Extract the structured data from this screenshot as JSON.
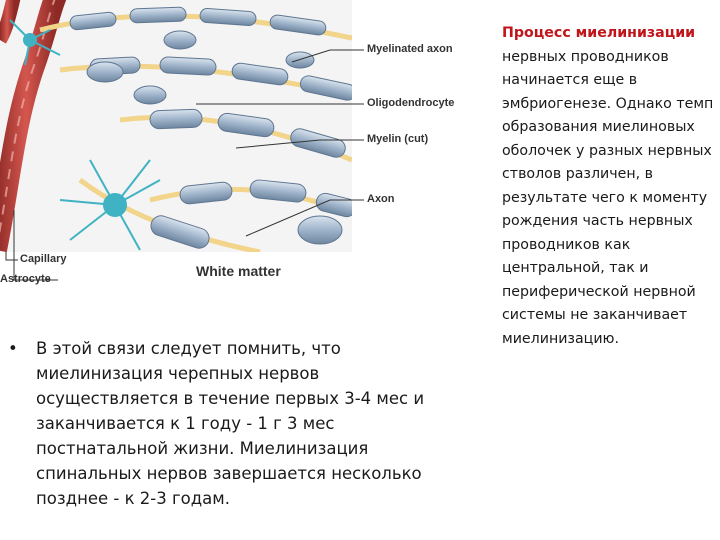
{
  "figure": {
    "labels": {
      "myelinated_axon": "Myelinated axon",
      "oligodendrocyte": "Oligodendrocyte",
      "myelin_cut": "Myelin (cut)",
      "axon": "Axon",
      "capillary": "Capillary",
      "astrocyte": "Astrocyte",
      "white_matter": "White matter"
    },
    "colors": {
      "myelin": "#8fa6bf",
      "axon": "#f2d48a",
      "capillary": "#c0413b",
      "astrocyte": "#3fb3c4",
      "label_line": "#333333"
    }
  },
  "bullet": {
    "marker": "•",
    "text": "В этой связи следует помнить, что миелинизация черепных нервов осуществляется в течение первых 3-4 мес и заканчивается к 1 году - 1 г 3 мес постнатальной жизни. Миелинизация спинальных нервов завершается несколько позднее - к 2-3 годам."
  },
  "right_text": {
    "highlight": "Процесс миелинизации",
    "body": " нервных проводников начинается еще в эмбриогенезе. Однако темп образования миелиновых оболочек у разных нервных стволов различен, в результате чего к моменту рождения часть нервных проводников как центральной, так и периферической нервной системы не заканчивает миелинизацию.",
    "highlight_color": "#c0161b"
  }
}
